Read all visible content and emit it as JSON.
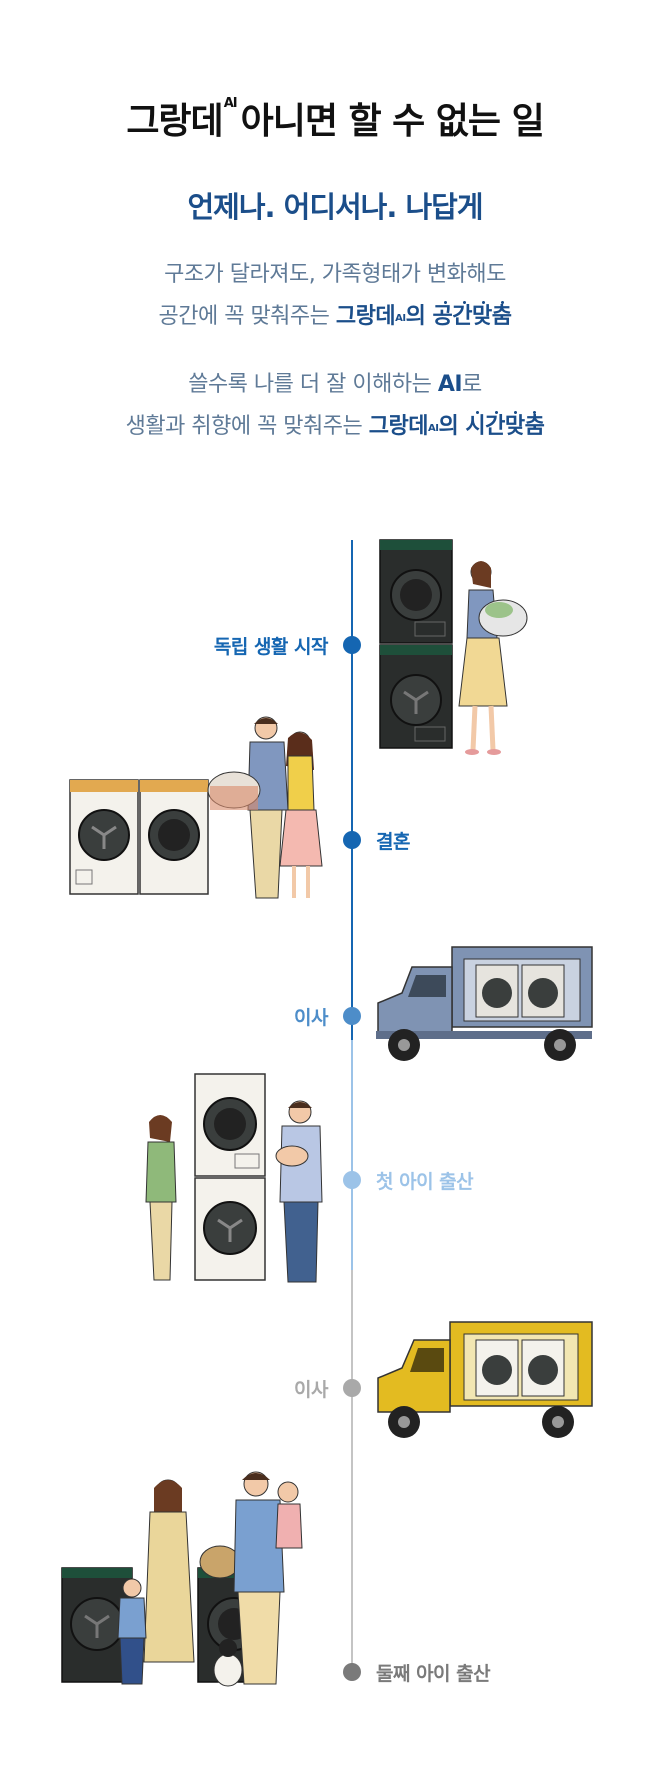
{
  "header": {
    "title_prefix": "그랑데",
    "title_sup": "AI",
    "title_rest": "아니면 할 수 없는 일",
    "subtitle": "언제나. 어디서나. 나답게"
  },
  "paragraph1": {
    "line1": "구조가 달라져도, 가족형태가 변화해도",
    "line2_plain": "공간에 꼭 맞춰주는 ",
    "line2_brand": "그랑데",
    "line2_sup": "AI",
    "line2_of": "의 ",
    "line2_highlight": "공간맞춤"
  },
  "paragraph2": {
    "line1_plain": "쓸수록 나를 더 잘 이해하는 ",
    "line1_bold": "AI",
    "line1_end": "로",
    "line2_plain": "생활과 취향에 꼭 맞춰주는 ",
    "line2_brand": "그랑데",
    "line2_sup": "AI",
    "line2_of": "의 ",
    "line2_highlight": "시간맞춤"
  },
  "timeline": {
    "events": [
      {
        "label": "독립 생활 시작",
        "color": "#1566b2"
      },
      {
        "label": "결혼",
        "color": "#1566b2"
      },
      {
        "label": "이사",
        "color": "#4d8dc9"
      },
      {
        "label": "첫 아이 출산",
        "color": "#9cc3e8"
      },
      {
        "label": "이사",
        "color": "#a9a9a9"
      },
      {
        "label": "둘째 아이 출산",
        "color": "#7a7a7a"
      }
    ]
  },
  "colors": {
    "brand_navy": "#1b4e8a",
    "body_text": "#5f7a97",
    "machine_dark": "#2a2d2c",
    "machine_white": "#f4f2ec",
    "truck_blue": "#7f93b3",
    "truck_yellow": "#e3bb21"
  }
}
